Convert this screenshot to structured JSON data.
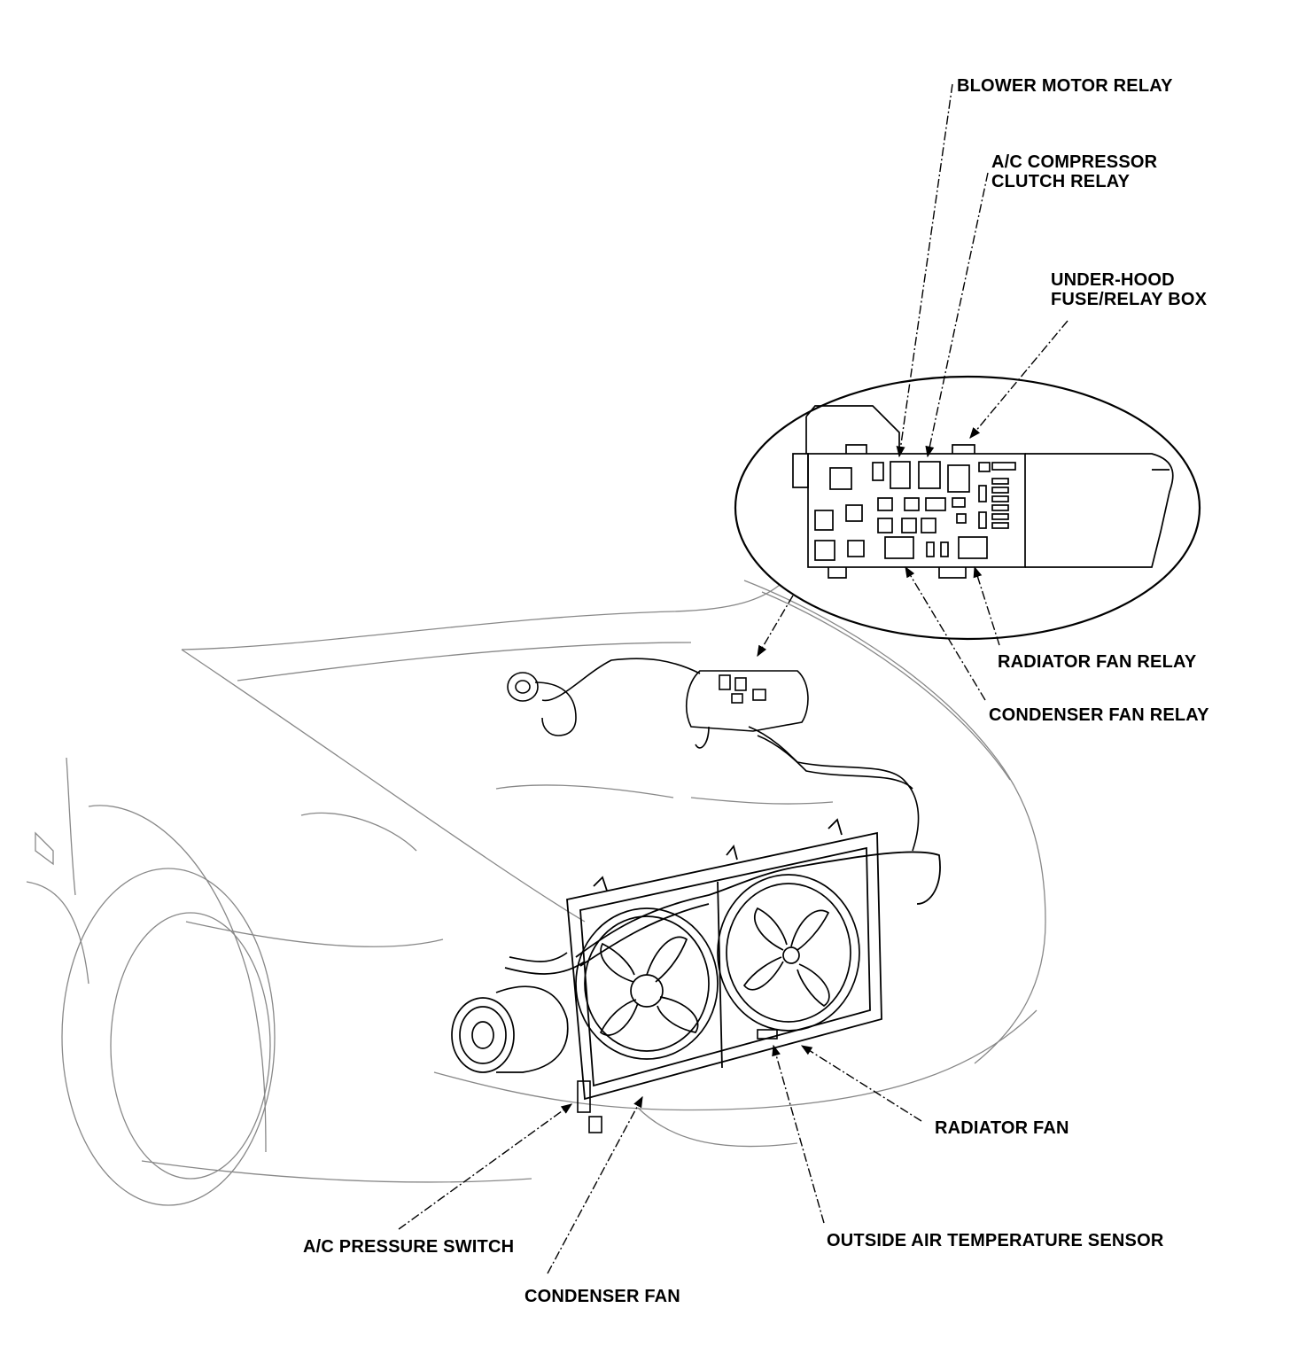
{
  "labels": {
    "blower_motor_relay": "BLOWER MOTOR RELAY",
    "ac_compressor_clutch_relay": "A/C COMPRESSOR\nCLUTCH RELAY",
    "under_hood_fuse_relay_box": "UNDER-HOOD\nFUSE/RELAY BOX",
    "radiator_fan_relay": "RADIATOR FAN RELAY",
    "condenser_fan_relay": "CONDENSER FAN RELAY",
    "radiator_fan": "RADIATOR FAN",
    "outside_air_temperature_sensor": "OUTSIDE AIR TEMPERATURE SENSOR",
    "ac_pressure_switch": "A/C PRESSURE SWITCH",
    "condenser_fan": "CONDENSER FAN"
  },
  "colors": {
    "line": "#000000",
    "background": "#ffffff",
    "faint": "#8a8a8a"
  }
}
